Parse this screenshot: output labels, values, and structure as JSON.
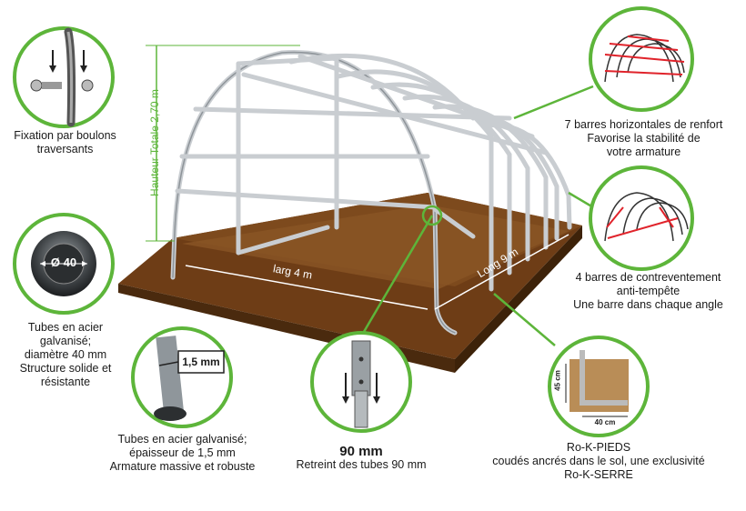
{
  "colors": {
    "accent": "#5db53a",
    "soil": "#6e3d16",
    "soil_dark": "#4a2a0e",
    "frame": "#c9cdd1",
    "red": "#e0232b"
  },
  "callouts": {
    "bolts": {
      "lines": [
        "Fixation par boulons",
        "traversants"
      ]
    },
    "tube40": {
      "badge": "Ø 40",
      "lines": [
        "Tubes en acier",
        "galvanisé;",
        "diamètre 40 mm",
        "Structure solide et",
        "résistante"
      ]
    },
    "thickness": {
      "badge": "1,5 mm",
      "lines": [
        "Tubes en acier galvanisé;",
        "épaisseur de 1,5 mm",
        "Armature massive et robuste"
      ]
    },
    "shrink": {
      "title": "90 mm",
      "lines": [
        "Retreint des tubes 90 mm"
      ]
    },
    "feet": {
      "dim_h": "45 cm",
      "dim_w": "40 cm",
      "lines": [
        "Ro-K-PIEDS",
        "coudés ancrés dans le sol, une exclusivité",
        "Ro-K-SERRE"
      ]
    },
    "horizontal": {
      "lines": [
        "7 barres horizontales de renfort",
        "Favorise la stabilité de",
        "votre armature"
      ]
    },
    "bracing": {
      "lines": [
        "4 barres de contreventement",
        "anti-tempête",
        "Une barre dans chaque angle"
      ]
    }
  },
  "dimensions": {
    "height": "Hauteur Totale 2,70 m",
    "width": "larg 4 m",
    "length": "Long 9 m"
  }
}
